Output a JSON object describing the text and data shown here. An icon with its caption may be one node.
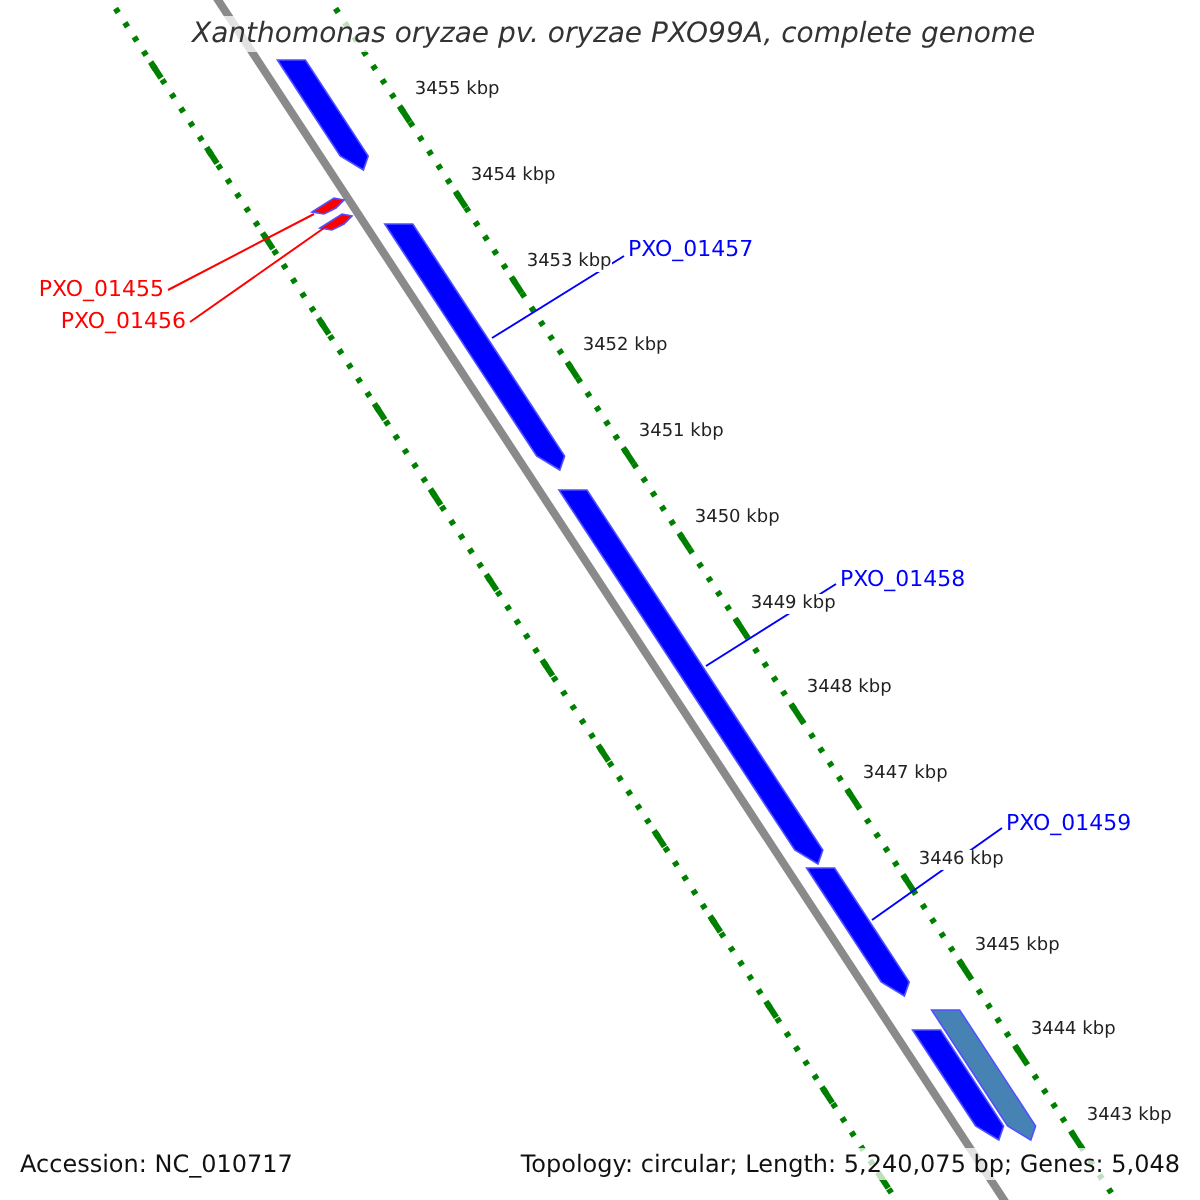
{
  "diagram": {
    "title": "Xanthomonas oryzae pv. oryzae PXO99A, complete genome",
    "nodes": [
      {
        "text": [
          "PXO_01455"
        ]
      },
      {
        "text": [
          "PXO_01456"
        ]
      },
      {
        "text": [
          "PXO_01457"
        ]
      },
      {
        "text": [
          "PXO_01458"
        ]
      },
      {
        "text": [
          "PXO_01459"
        ]
      },
      {
        "text": [],
        "shape": "bar"
      },
      {
        "text": [],
        "shape": "bar"
      },
      {
        "text": [],
        "shape": "bar"
      },
      {
        "text": [],
        "shape": "bar"
      },
      {
        "text": [],
        "shape": "bar"
      },
      {
        "text": [],
        "shape": "bar"
      },
      {
        "text": [],
        "shape": "bar"
      },
      {
        "text": [],
        "shape": "bar"
      }
    ],
    "edges": [
      {
        "from": 0,
        "to": 6,
        "arrow": "none",
        "color": "#ff0000"
      },
      {
        "from": 1,
        "to": 7,
        "arrow": "none",
        "color": "#ff0000"
      },
      {
        "from": 2,
        "to": 8,
        "arrow": "none"
      },
      {
        "from": 3,
        "to": 9,
        "arrow": "none"
      },
      {
        "from": 4,
        "to": 10,
        "arrow": "none"
      }
    ],
    "labels": [
      "3455 kbp",
      "3454 kbp",
      "3453 kbp",
      "3452 kbp",
      "3451 kbp",
      "3450 kbp",
      "3449 kbp",
      "3448 kbp",
      "3447 kbp",
      "3446 kbp",
      "3445 kbp",
      "3444 kbp",
      "3443 kbp",
      "Accession: NC_010717",
      "Topology: circular; Length: 5,240,075 bp; Genes: 5,048"
    ]
  }
}
